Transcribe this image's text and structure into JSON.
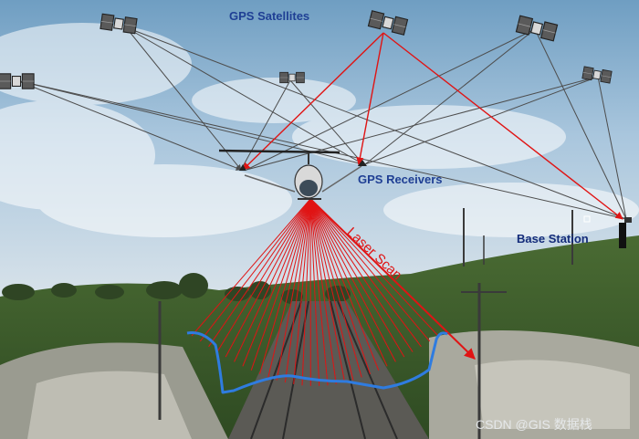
{
  "labels": {
    "satellites": "GPS Satellites",
    "receivers": "GPS Receivers",
    "base_station": "Base Station",
    "laser_scan": "Laser Scan",
    "watermark": "CSDN @GIS 数据栈"
  },
  "icons": {
    "satellite": "satellite-icon",
    "helicopter": "helicopter-icon",
    "receiver": "gps-receiver-icon",
    "base_station": "base-station-icon"
  },
  "colors": {
    "label_text": "#1f3f94",
    "signal_line": "#4d4d4d",
    "laser_line": "#e01414",
    "profile_line": "#2f7ce0"
  }
}
